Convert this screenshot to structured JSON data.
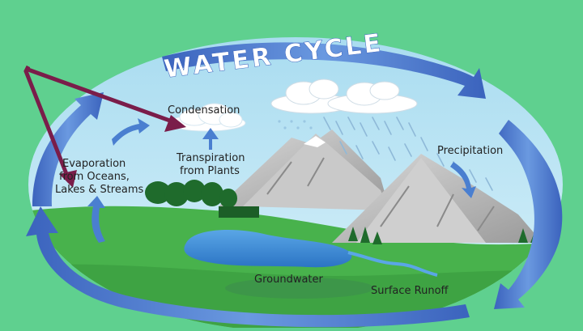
{
  "title": "WATER CYCLE",
  "labels": {
    "condensation": "Condensation",
    "transpiration_1": "Transpiration",
    "transpiration_2": "from Plants",
    "evaporation_1": "Evaporation",
    "evaporation_2": "from Oceans,",
    "evaporation_3": "Lakes & Streams",
    "precipitation": "Precipitation",
    "groundwater": "Groundwater",
    "surface_runoff": "Surface Runoff"
  },
  "colors": {
    "background": "#5fd08f",
    "sky": "#bfe7f5",
    "cycle_arrow": "#3d6fc4",
    "pointer_arrow": "#7a1d4a",
    "grass": "#45b04a",
    "water": "#3c8fd8",
    "mountain": "#b9b9b9"
  },
  "icons": [
    "cycle-arrow-icon",
    "cloud-icon",
    "pointer-arrow-icon",
    "mountain-icon",
    "tree-icon",
    "rain-icon"
  ]
}
